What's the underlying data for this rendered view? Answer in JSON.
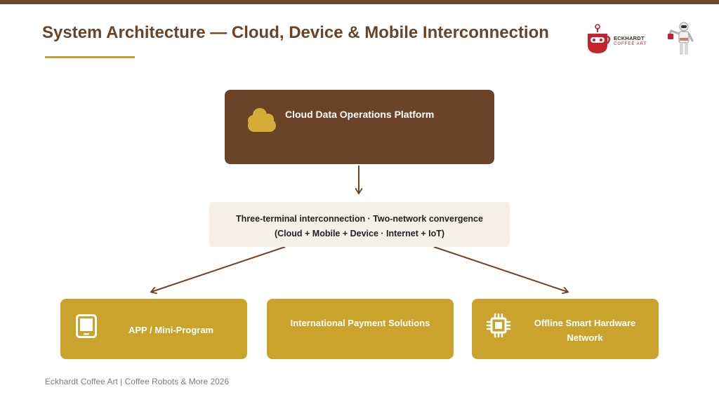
{
  "slide": {
    "title": "System Architecture — Cloud, Device & Mobile Interconnection",
    "footer": "Eckhardt Coffee Art | Coffee Robots & More 2026"
  },
  "logo": {
    "brand": "ECKHARDT",
    "sub": "COFFEE ART",
    "icon": "robot-cup-logo"
  },
  "diagram": {
    "cloud": {
      "label": "Cloud Data Operations Platform",
      "icon": "cloud-icon"
    },
    "center": {
      "line1": "Three-terminal interconnection · Two-network convergence",
      "line2": "(Cloud + Mobile + Device · Internet + IoT)"
    },
    "nodes": [
      {
        "label": "APP / Mini-Program",
        "icon": "tablet-icon"
      },
      {
        "label": "International Payment Solutions"
      },
      {
        "line1": "Offline Smart Hardware",
        "line2": "Network",
        "icon": "chip-icon"
      }
    ]
  },
  "colors": {
    "brown": "#6b4328",
    "gold": "#c9a32b",
    "cream": "#f6f1e7",
    "accent_red": "#c4232b"
  }
}
